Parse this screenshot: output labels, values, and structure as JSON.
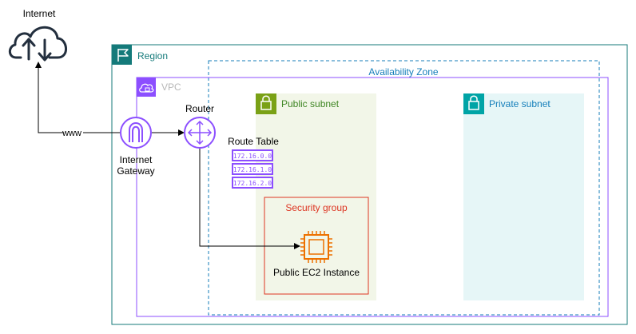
{
  "labels": {
    "internet": "Internet",
    "region": "Region",
    "availability_zone": "Availability Zone",
    "vpc": "VPC",
    "public_subnet": "Public subnet",
    "private_subnet": "Private subnet",
    "router": "Router",
    "route_table": "Route Table",
    "www": "www",
    "internet_gateway_line1": "Internet",
    "internet_gateway_line2": "Gateway",
    "security_group": "Security group",
    "ec2_instance": "Public EC2 Instance"
  },
  "route_table_entries": [
    "172.16.0.0",
    "172.16.1.0",
    "172.16.2.0"
  ],
  "colors": {
    "region": "#147a7a",
    "availability_zone": "#147eba",
    "vpc": "#8c4fff",
    "public_subnet_border": "#7aa116",
    "public_subnet_fill": "#f2f6e8",
    "private_subnet_border": "#00a4a6",
    "private_subnet_fill": "#e6f6f7",
    "security_group": "#dd3522",
    "ec2": "#ed7100",
    "text": "#232f3e",
    "line": "#000000"
  },
  "icons": [
    "internet-cloud-icon",
    "region-flag-icon",
    "vpc-cloud-icon",
    "lock-icon",
    "internet-gateway-icon",
    "router-icon",
    "ec2-chip-icon"
  ]
}
